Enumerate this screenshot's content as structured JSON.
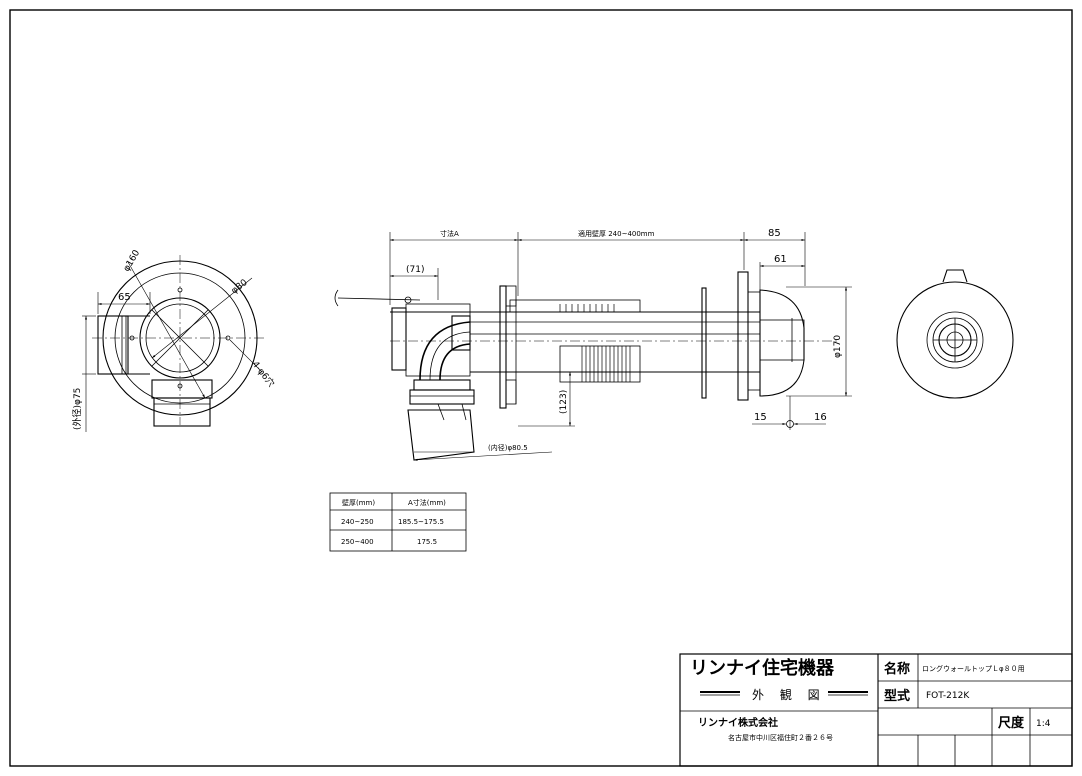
{
  "side_view": {
    "dim_65": "65",
    "dim_phi160": "φ160",
    "dim_phi80": "φ80",
    "dim_holes": "4-φ6穴",
    "dim_outer75": "(外径)φ75"
  },
  "front_view": {
    "dim_A": "寸法A",
    "dim_wall": "適用壁厚 240~400mm",
    "dim_85": "85",
    "dim_71": "(71)",
    "dim_61": "61",
    "dim_170": "φ170",
    "dim_123": "(123)",
    "dim_15": "15",
    "dim_16": "16",
    "dim_inner": "(内径)φ80.5"
  },
  "spec_table": {
    "headers": [
      "壁厚(mm)",
      "A寸法(mm)"
    ],
    "rows": [
      [
        "240~250",
        "185.5~175.5"
      ],
      [
        "250~400",
        "175.5"
      ]
    ]
  },
  "title_block": {
    "brand": "リンナイ住宅機器",
    "drawing_type": "外 観 図",
    "company": "リンナイ株式会社",
    "address": "名古屋市中川区福住町２番２６号",
    "name_label": "名称",
    "name_value": "ロングウォールトップＬφ８０用",
    "model_label": "型式",
    "model_value": "FOT-212K",
    "scale_label": "尺度",
    "scale_value": "1:4"
  }
}
